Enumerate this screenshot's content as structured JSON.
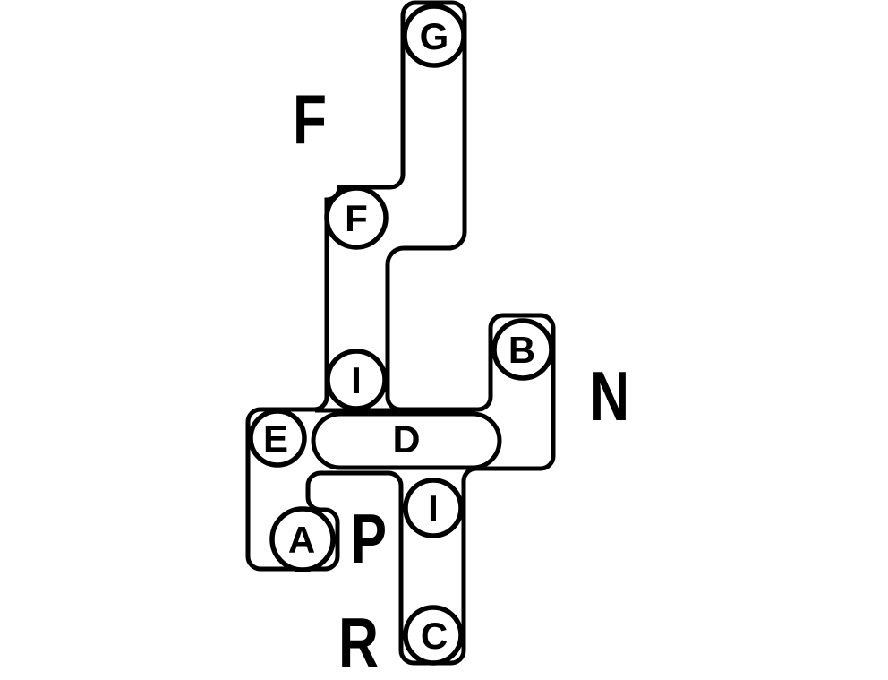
{
  "colors": {
    "line": "#000000",
    "background": "#ffffff"
  },
  "diagram": {
    "gates": {
      "f": {
        "label": "F"
      },
      "n": {
        "label": "N"
      },
      "p": {
        "label": "P"
      },
      "r": {
        "label": "R"
      }
    },
    "nodes": {
      "g": {
        "label": "G"
      },
      "f": {
        "label": "F"
      },
      "i_upper": {
        "label": "I"
      },
      "b": {
        "label": "B"
      },
      "e": {
        "label": "E"
      },
      "d": {
        "label": "D"
      },
      "a": {
        "label": "A"
      },
      "i_lower": {
        "label": "I"
      },
      "c": {
        "label": "C"
      }
    }
  }
}
